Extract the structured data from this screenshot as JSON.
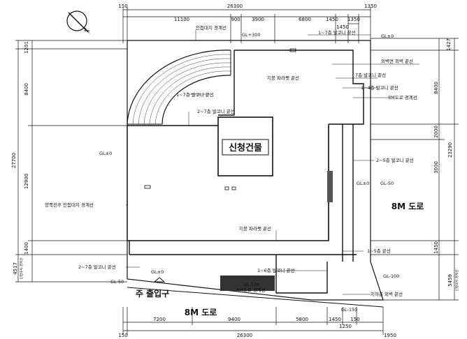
{
  "dims_top": {
    "total": "26300",
    "left_margin": "150",
    "right_margin": "1350",
    "segments": [
      "11100",
      "900",
      "3900",
      "6800",
      "1450",
      "1350"
    ],
    "sub_segment": "1450"
  },
  "dims_bottom": {
    "segments": [
      "7200",
      "9400",
      "5800",
      "1450",
      "1250"
    ],
    "total": "26300",
    "left_margin": "150",
    "right_margin": "1950",
    "small_a": "150",
    "small_b": "150"
  },
  "dims_left": {
    "top": "1201",
    "upper": "8400",
    "total": "27700",
    "lower": "12900",
    "bottom": "1400",
    "small_bottom": "4517",
    "small_note": "인접대지 경계선"
  },
  "dims_right": {
    "top": "1427",
    "upper": "8400",
    "mid": "2000",
    "mid2": "3000",
    "total": "23290",
    "bottom": "1450",
    "small_bottom": "5459",
    "small_note": "인접대지 경계선"
  },
  "annotations": {
    "adjacent_boundary_top": "인접대지 경계선",
    "gl_top": "GL+300",
    "gl_top_right": "GL±0",
    "floors_1_7_balcony_top": "1~7층 발코니 끝선",
    "exterior_wall": "외벽면 외벽 끝선",
    "floor7_balcony": "7층 발코니 끝선",
    "floors_1_4_balcony": "1~4층 발코니 끝선",
    "road_boundary_8m_right": "8M도로 경계선",
    "parapet_top": "지붕 파라펫 끝선",
    "floors_1_7_balcony_left": "1~7층 발코니 끝선",
    "floors_2_7_balcony_mid": "2~7층 발코니 끝선",
    "floors_2_5_balcony": "2~5층 발코니 끝선",
    "gl_left": "GL±0",
    "gl_right_inner": "GL±0",
    "gl_right_outer": "GL-50",
    "adjacent_building_boundary": "양쪽전후 인접대지 경계선",
    "parapet_bottom": "지붕 파라펫 끝선",
    "floors_1_5_balcony": "1~5층 끝선",
    "floors_2_7_balcony_bottom": "2~7층 발코니 끝선",
    "gl_bottom_inner": "GL±0",
    "floors_1_6_balcony": "1~6층 발코니 끝선",
    "gl_bottom_right": "GL-100",
    "gl_bottom_left": "GL-50",
    "gl_road": "GL-100",
    "road_boundary_8m_bottom": "8M도로 경계선",
    "ground_exterior": "지하층 외벽 끝선",
    "gl_bottom_corner": "GL-150"
  },
  "new_building_label": "신청건물",
  "road_right_label": "8M 도로",
  "road_bottom_label": "8M 도로",
  "main_entrance_label": "주 출입구",
  "entrance_prefix": "주",
  "north_symbol": "north-arrow"
}
